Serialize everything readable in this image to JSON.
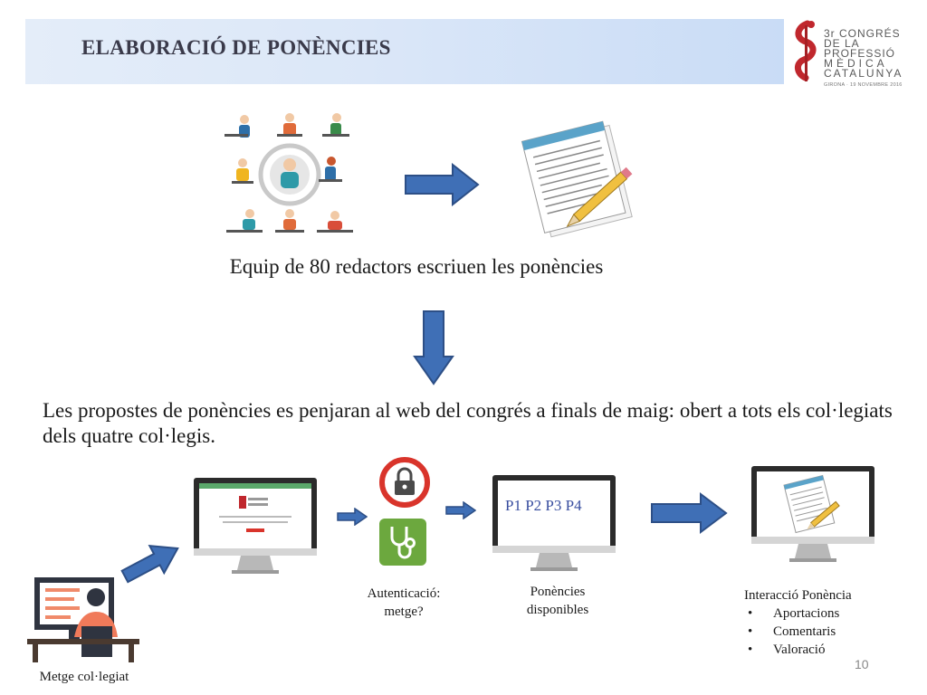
{
  "slide": {
    "title": "ELABORACIÓ DE PONÈNCIES",
    "page_number": "10"
  },
  "logo": {
    "line1": "3r CONGRÉS",
    "line2": "DE LA PROFESSIÓ",
    "line3": "MÈDICA",
    "line4": "CATALUNYA",
    "line5": "GIRONA · 19 NOVEMBRE 2016"
  },
  "team": {
    "caption": "Equip de 80 redactors escriuen les ponències"
  },
  "proposals": {
    "text": "Les propostes de ponències es penjaran al web del congrés a finals de maig: obert a tots els col·legiats dels quatre col·legis."
  },
  "flow": {
    "doctor_label": "Metge col·legiat",
    "auth_label_1": "Autenticació:",
    "auth_label_2": "metge?",
    "available_label_1": "Ponències",
    "available_label_2": "disponibles",
    "screen_papers": "P1 P2 P3 P4",
    "interaction_title": "Interacció Ponència",
    "interaction_items": [
      "Aportacions",
      "Comentaris",
      "Valoració"
    ]
  },
  "colors": {
    "arrow_fill": "#3f6fb6",
    "arrow_stroke": "#2d4f86",
    "lock_red": "#d9342b",
    "steth_green": "#6ca83e",
    "banner": "#d6e4f7"
  }
}
